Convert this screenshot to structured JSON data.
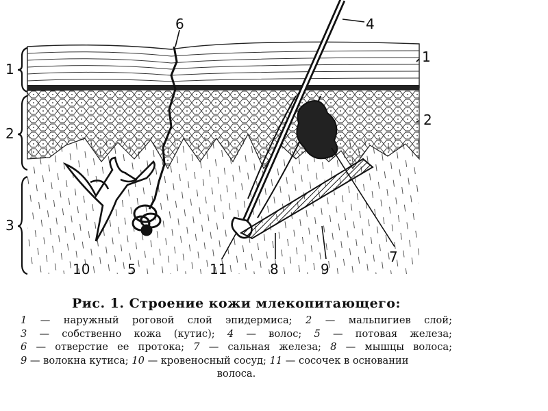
{
  "labels": {
    "l1": "1",
    "l2": "2",
    "l3": "3",
    "l4": "4",
    "l5": "5",
    "l6": "6",
    "l7": "7",
    "l8": "8",
    "l9": "9",
    "l10": "10",
    "l11": "11",
    "r1": "1",
    "r2": "2"
  },
  "caption": {
    "title": "Рис. 1. Строение кожи млекопитающего:",
    "items": [
      {
        "num": "1",
        "text": " — наружный роговой слой эпидермиса; "
      },
      {
        "num": "2",
        "text": " — мальпигиев слой; "
      },
      {
        "num": "3",
        "text": " — собственно кожа (кутис); "
      },
      {
        "num": "4",
        "text": " — волос; "
      },
      {
        "num": "5",
        "text": " — потовая железа; "
      },
      {
        "num": "6",
        "text": " — отверстие ее протока; "
      },
      {
        "num": "7",
        "text": " — сальная железа; "
      },
      {
        "num": "8",
        "text": " — мышцы волоса; "
      },
      {
        "num": "9",
        "text": " — волокна кутиса; "
      },
      {
        "num": "10",
        "text": " — кровеносный сосуд; "
      },
      {
        "num": "11",
        "text": " — сосочек в основании"
      }
    ],
    "last_line": "волоса."
  }
}
